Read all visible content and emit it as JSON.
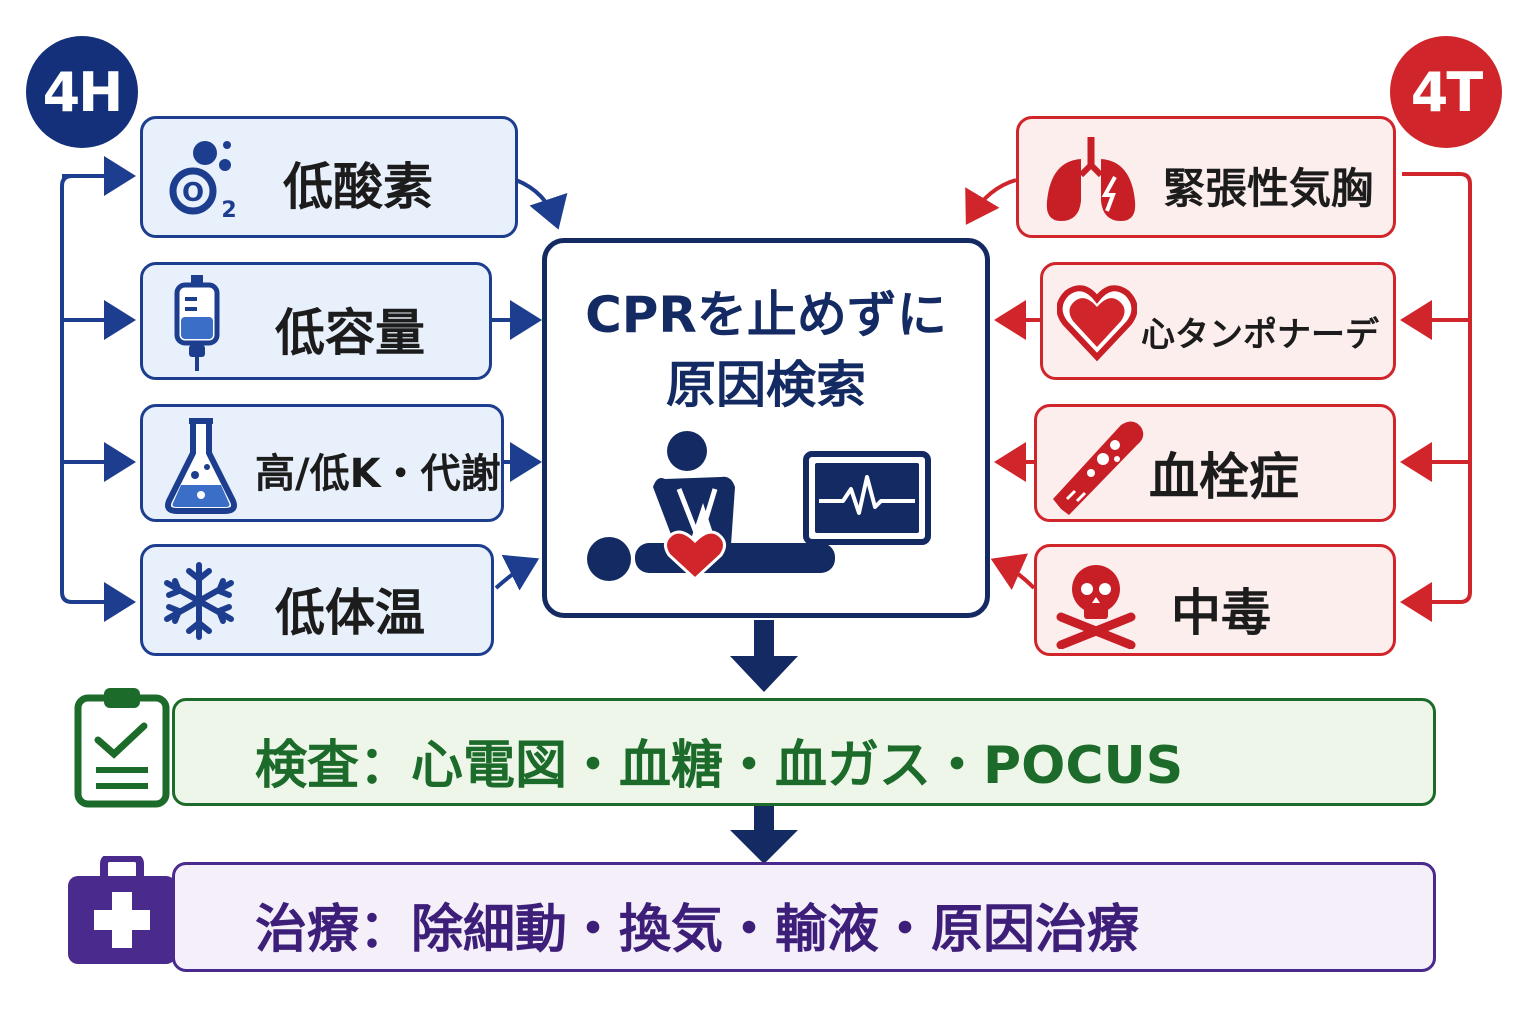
{
  "h_group": {
    "badge": "4H",
    "color": "#14307a",
    "items": [
      {
        "label": "低酸素",
        "icon": "oxygen-bubbles-icon"
      },
      {
        "label": "低容量",
        "icon": "iv-bag-icon"
      },
      {
        "label": "高/低K・代謝",
        "icon": "flask-icon"
      },
      {
        "label": "低体温",
        "icon": "snowflake-icon"
      }
    ]
  },
  "t_group": {
    "badge": "4T",
    "color": "#d0262b",
    "items": [
      {
        "label": "緊張性気胸",
        "icon": "lungs-icon"
      },
      {
        "label": "心タンポナーデ",
        "icon": "heart-icon"
      },
      {
        "label": "血栓症",
        "icon": "blood-vessel-clot-icon"
      },
      {
        "label": "中毒",
        "icon": "skull-crossbones-icon"
      }
    ]
  },
  "center": {
    "title_line1": "CPRを止めずに",
    "title_line2": "原因検索",
    "icons": [
      "cpr-person-icon",
      "monitor-ecg-icon"
    ]
  },
  "exam": {
    "text": "検査：心電図・血糖・血ガス・POCUS",
    "icon": "clipboard-check-icon",
    "color": "#1d6b2a"
  },
  "treatment": {
    "text": "治療：除細動・換気・輸液・原因治療",
    "icon": "medical-kit-icon",
    "color": "#3d1f7a"
  }
}
